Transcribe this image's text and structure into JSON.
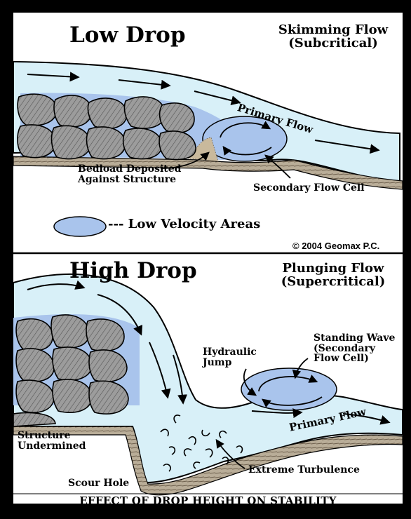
{
  "top_panel": {
    "title": "Low Drop",
    "flow_type_line1": "Skimming Flow",
    "flow_type_line2": "(Subcritical)",
    "primary_flow": "Primary Flow",
    "bedload_line1": "Bedload Deposited",
    "bedload_line2": "Against Structure",
    "secondary_flow_cell": "Secondary Flow Cell",
    "legend_text": "--- Low Velocity Areas",
    "copyright": "© 2004 Geomax P.C."
  },
  "bottom_panel": {
    "title": "High Drop",
    "flow_type_line1": "Plunging Flow",
    "flow_type_line2": "(Supercritical)",
    "standing_wave_line1": "Standing Wave",
    "standing_wave_line2": "(Secondary",
    "standing_wave_line3": "Flow Cell)",
    "hydraulic_line1": "Hydraulic",
    "hydraulic_line2": "Jump",
    "primary_flow": "Primary Flow",
    "structure_line1": "Structure",
    "structure_line2": "Undermined",
    "extreme_turbulence": "Extreme Turbulence",
    "scour_hole": "Scour Hole"
  },
  "caption": "EFFECT OF DROP HEIGHT ON STABILITY",
  "colors": {
    "water": "#d8f0f8",
    "low_velocity": "#a9c4ec",
    "rock": "#9c9c9c",
    "ground": "#8a7a66",
    "frame": "#000000"
  }
}
